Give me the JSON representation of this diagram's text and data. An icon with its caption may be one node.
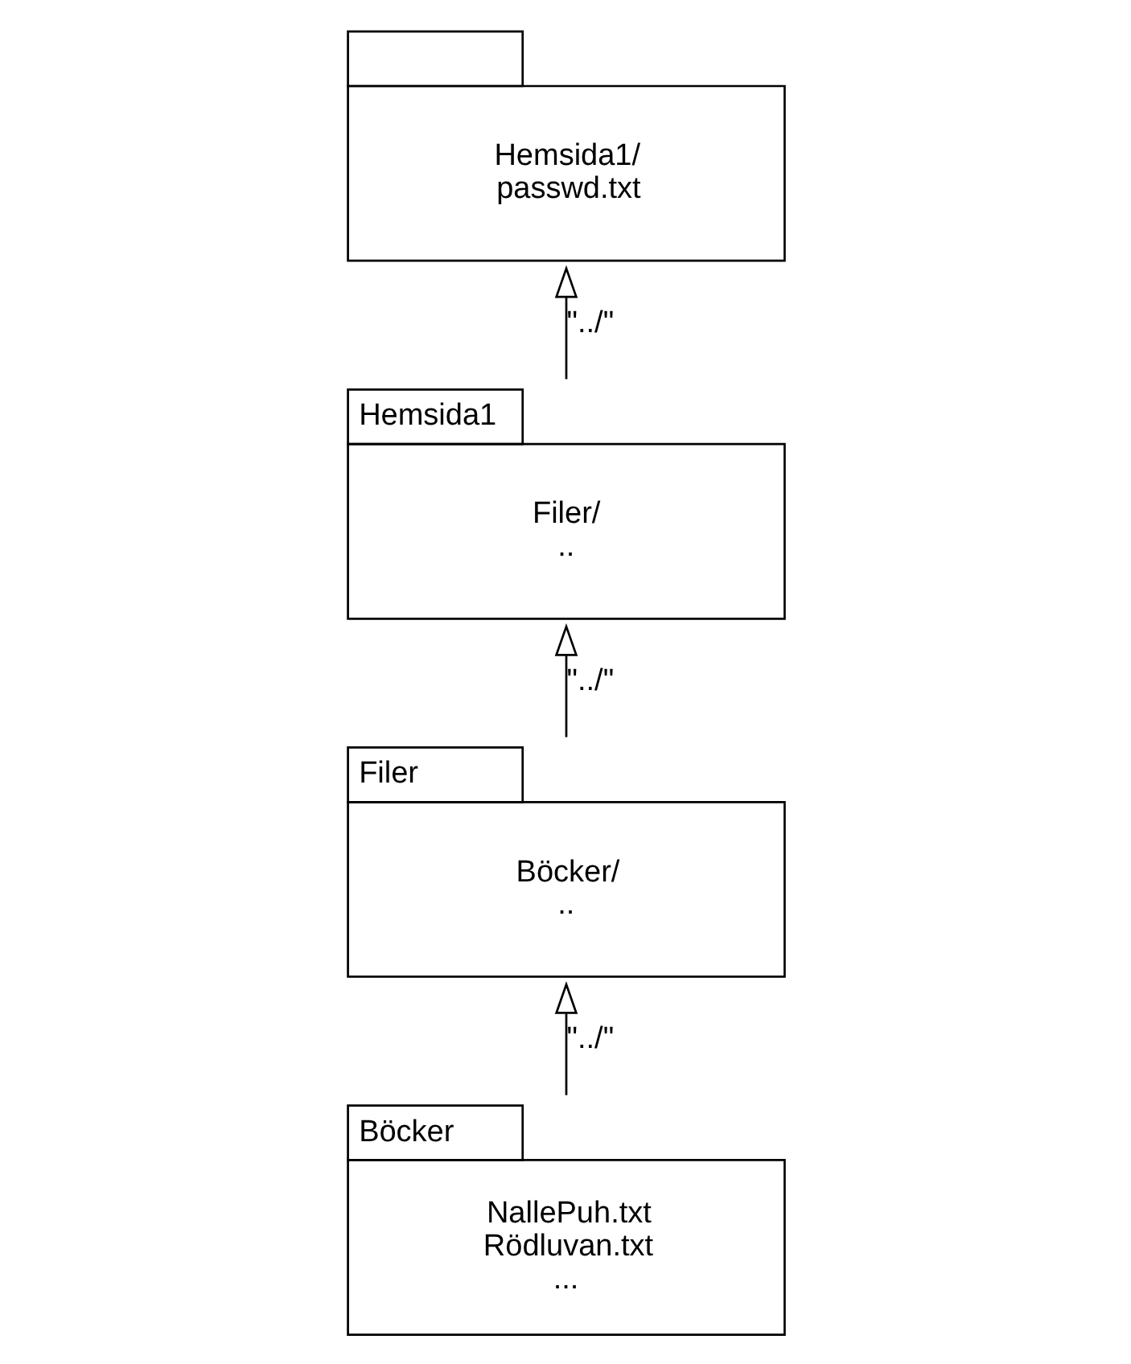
{
  "diagram": {
    "nodes": [
      {
        "text": [
          "Hemsida1/",
          "passwd.txt"
        ]
      },
      {
        "text": [
          "Hemsida1",
          "Filer/",
          ".."
        ]
      },
      {
        "text": [
          "Filer",
          "Böcker/",
          ".."
        ]
      },
      {
        "text": [
          "Böcker",
          "NallePuh.txt",
          "Rödluvan.txt",
          "..."
        ]
      }
    ],
    "edges": [
      {
        "from": 3,
        "to": 2,
        "arrow": "to",
        "label": "\"../\""
      },
      {
        "from": 2,
        "to": 1,
        "arrow": "to",
        "label": "\"../\""
      },
      {
        "from": 1,
        "to": 0,
        "arrow": "to",
        "label": "\"../\""
      }
    ]
  }
}
